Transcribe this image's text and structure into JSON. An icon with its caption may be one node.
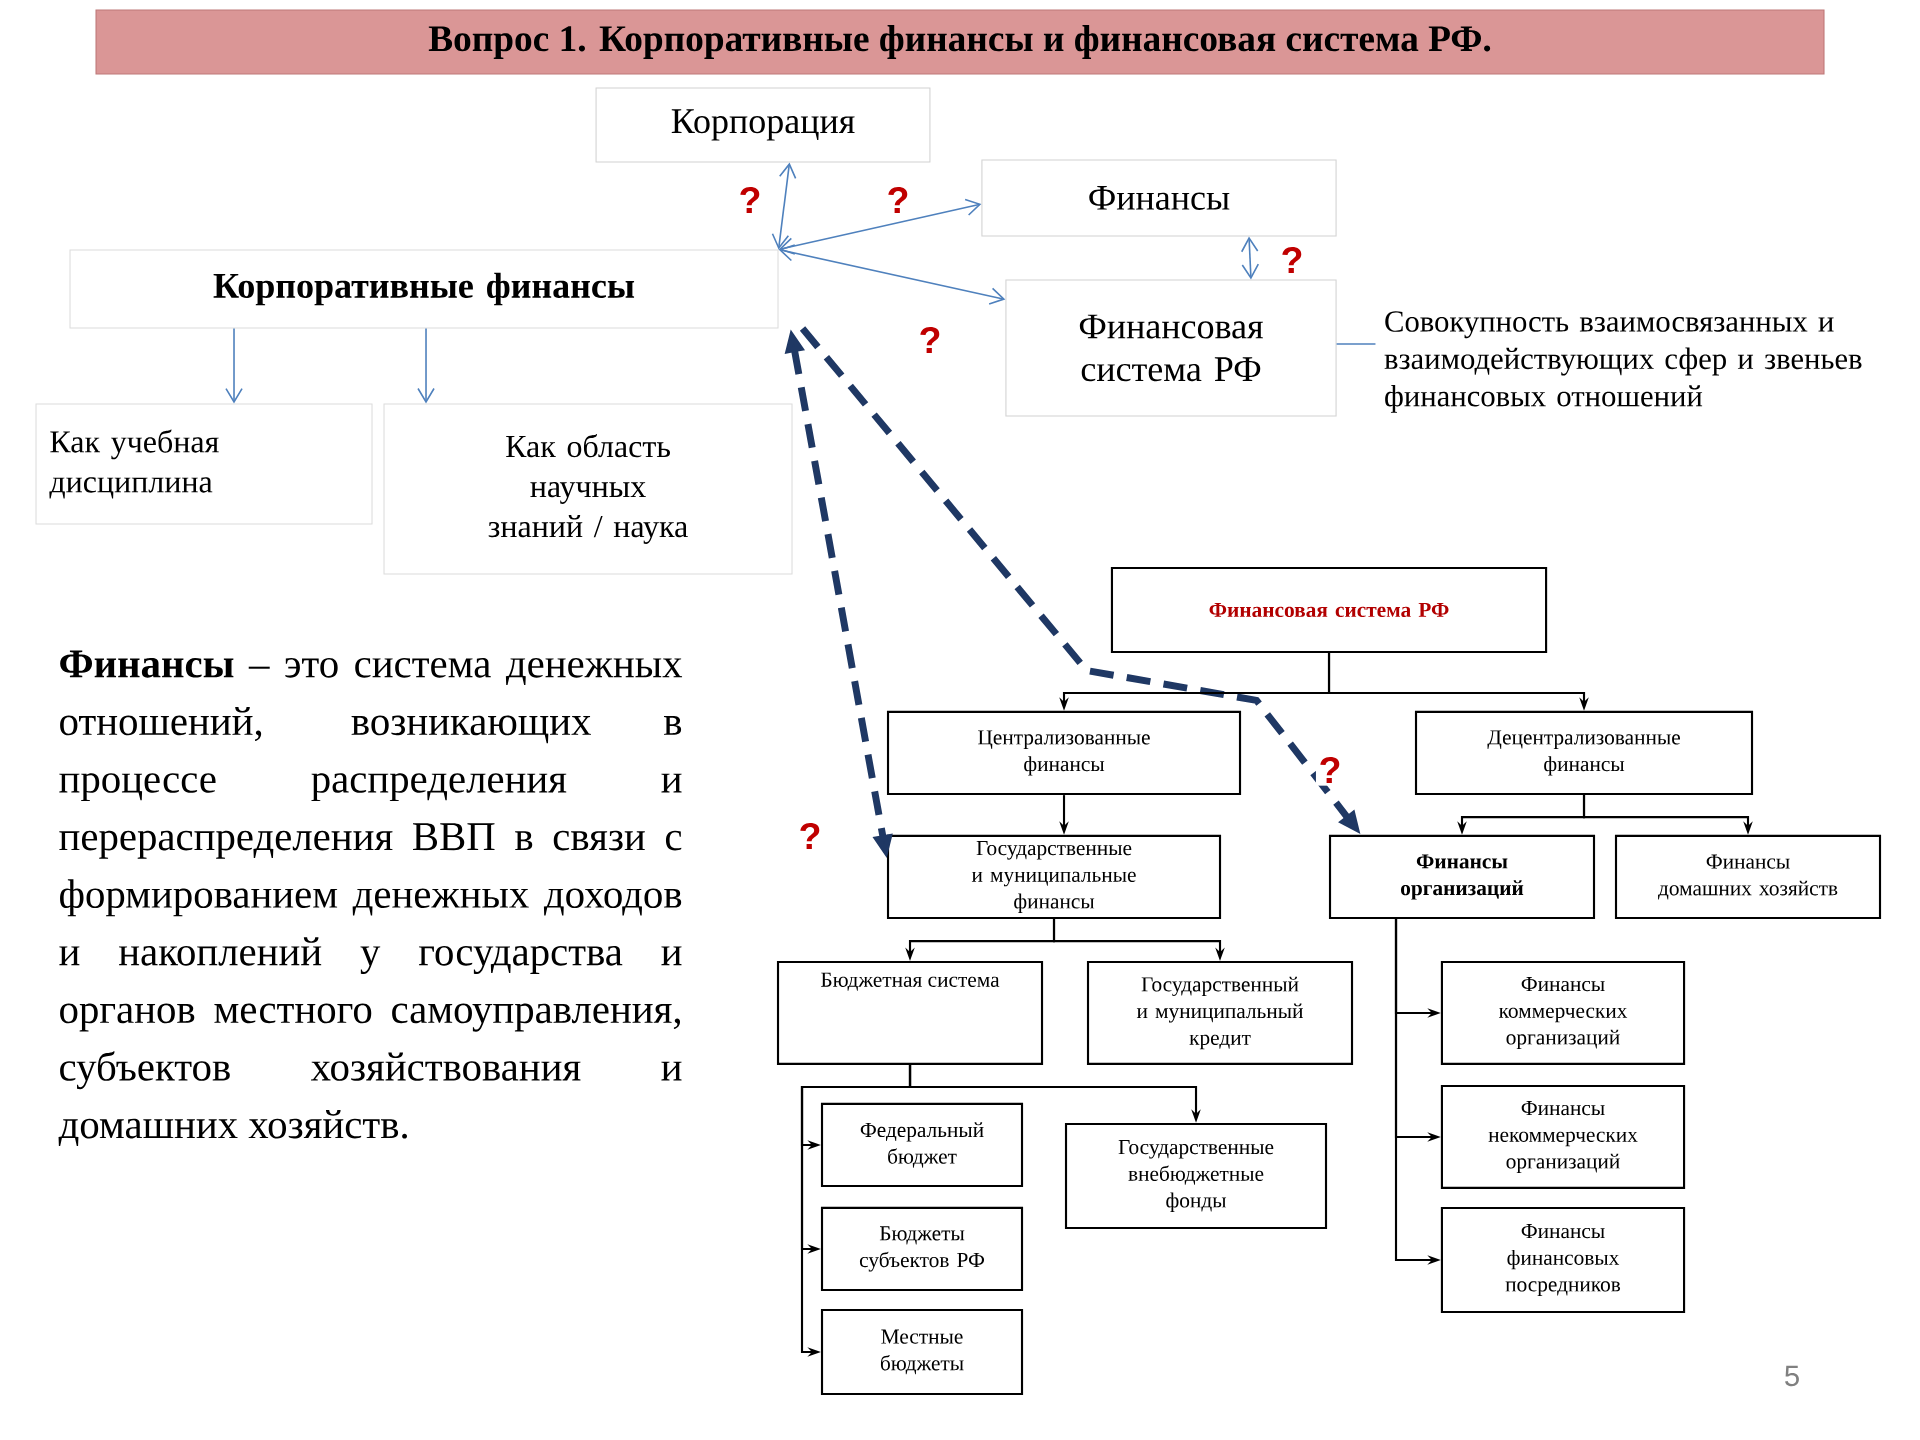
{
  "diagram": {
    "title": "Вопрос 1. Корпоративные финансы и финансовая система РФ.",
    "nodes": [
      {
        "text": [
          "Корпорация"
        ]
      },
      {
        "text": [
          "Корпоративные финансы"
        ]
      },
      {
        "text": [
          "Финансы"
        ]
      },
      {
        "text": [
          "Финансовая система РФ"
        ]
      },
      {
        "text": [
          "Совокупность взаимосвязанных и взаимодействующих сфер и звеньев финансовых отношений"
        ]
      },
      {
        "text": [
          "Как учебная дисциплина"
        ]
      },
      {
        "text": [
          "Как область научных знаний / наука"
        ]
      },
      {
        "text": [
          "Финансовая система РФ"
        ]
      },
      {
        "text": [
          "Централизованные финансы"
        ]
      },
      {
        "text": [
          "Децентрализованные финансы"
        ]
      },
      {
        "text": [
          "Государственные и муниципальные финансы"
        ]
      },
      {
        "text": [
          "Финансы организаций"
        ]
      },
      {
        "text": [
          "Финансы домашних хозяйств"
        ]
      },
      {
        "text": [
          "Бюджетная система"
        ]
      },
      {
        "text": [
          "Государственный и муниципальный кредит"
        ]
      },
      {
        "text": [
          "Федеральный бюджет"
        ]
      },
      {
        "text": [
          "Государственные внебюджетные фонды"
        ]
      },
      {
        "text": [
          "Бюджеты субъектов РФ"
        ]
      },
      {
        "text": [
          "Местные бюджеты"
        ]
      },
      {
        "text": [
          "Финансы коммерческих организаций"
        ]
      },
      {
        "text": [
          "Финансы некоммерческих организаций"
        ]
      },
      {
        "text": [
          "Финансы финансовых посредников"
        ]
      }
    ],
    "edges": [
      {
        "from": 1,
        "to": 0,
        "arrow": "both",
        "label": "?",
        "color": "#4f81bd"
      },
      {
        "from": 1,
        "to": 2,
        "arrow": "both",
        "label": "?",
        "color": "#4f81bd"
      },
      {
        "from": 1,
        "to": 3,
        "arrow": "both",
        "label": "?",
        "color": "#4f81bd"
      },
      {
        "from": 2,
        "to": 3,
        "arrow": "both",
        "label": "?",
        "color": "#4f81bd"
      },
      {
        "from": 3,
        "to": 4,
        "arrow": "none",
        "color": "#4f81bd"
      },
      {
        "from": 1,
        "to": 5,
        "arrow": "to",
        "color": "#4f81bd"
      },
      {
        "from": 1,
        "to": 6,
        "arrow": "to",
        "color": "#4f81bd"
      },
      {
        "from": 1,
        "to": 10,
        "arrow": "both",
        "label": "?",
        "style": "dashed",
        "color": "#1f3864"
      },
      {
        "from": 1,
        "to": 11,
        "arrow": "to",
        "label": "?",
        "style": "dashed",
        "color": "#1f3864"
      },
      {
        "from": 7,
        "to": 8,
        "arrow": "to"
      },
      {
        "from": 7,
        "to": 9,
        "arrow": "to"
      },
      {
        "from": 8,
        "to": 10,
        "arrow": "to"
      },
      {
        "from": 9,
        "to": 11,
        "arrow": "to"
      },
      {
        "from": 9,
        "to": 12,
        "arrow": "to"
      },
      {
        "from": 10,
        "to": 13,
        "arrow": "to"
      },
      {
        "from": 10,
        "to": 14,
        "arrow": "to"
      },
      {
        "from": 13,
        "to": 15,
        "arrow": "to"
      },
      {
        "from": 13,
        "to": 17,
        "arrow": "to"
      },
      {
        "from": 13,
        "to": 18,
        "arrow": "to"
      },
      {
        "from": 13,
        "to": 16,
        "arrow": "to"
      },
      {
        "from": 11,
        "to": 19,
        "arrow": "to"
      },
      {
        "from": 11,
        "to": 20,
        "arrow": "to"
      },
      {
        "from": 11,
        "to": 21,
        "arrow": "to"
      }
    ],
    "labels": [
      "**Финансы** – это система денежных отношений, возникающих в процессе распределения и перераспределения ВВП в связи с формированием денежных доходов и накоплений у государства и органов местного самоуправления, субъектов хозяйствования и домашних хозяйств.",
      "5"
    ]
  }
}
